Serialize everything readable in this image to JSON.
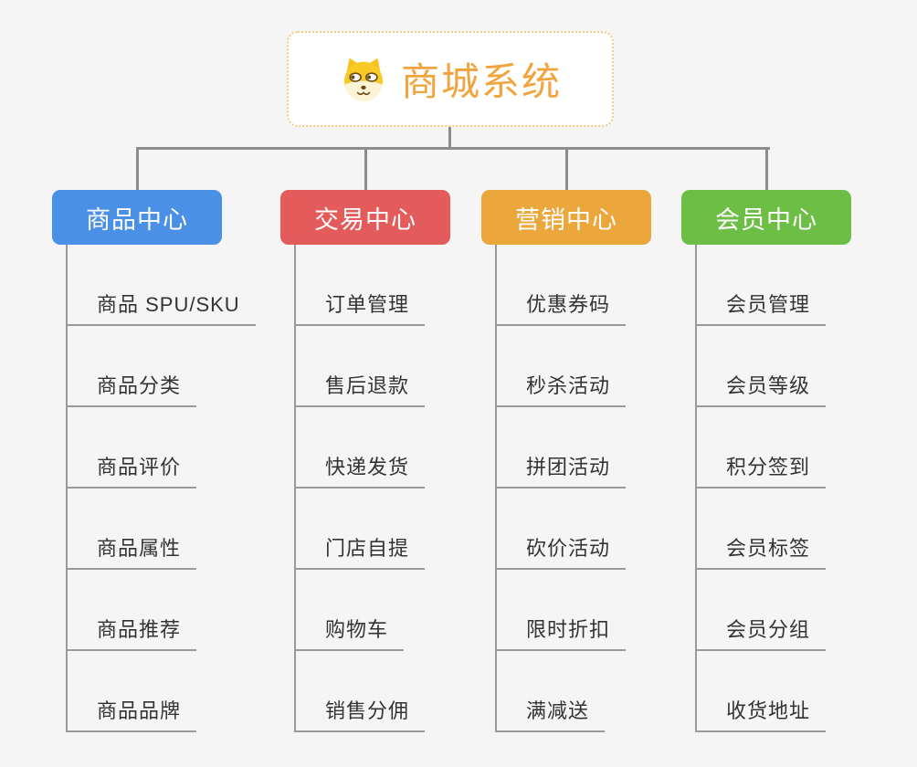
{
  "root": {
    "label": "商城系统",
    "accent_color": "#f2a43e",
    "border_color": "#f6c87d",
    "icon": "doge-mascot-icon"
  },
  "connector_color": "#8c8c8c",
  "leaf_line_color": "#9a9a9a",
  "branches": [
    {
      "label": "商品中心",
      "color": "#4a90e6",
      "children": [
        "商品 SPU/SKU",
        "商品分类",
        "商品评价",
        "商品属性",
        "商品推荐",
        "商品品牌"
      ]
    },
    {
      "label": "交易中心",
      "color": "#e45b5b",
      "children": [
        "订单管理",
        "售后退款",
        "快递发货",
        "门店自提",
        "购物车",
        "销售分佣"
      ]
    },
    {
      "label": "营销中心",
      "color": "#eba63c",
      "children": [
        "优惠券码",
        "秒杀活动",
        "拼团活动",
        "砍价活动",
        "限时折扣",
        "满减送"
      ]
    },
    {
      "label": "会员中心",
      "color": "#6cbe45",
      "children": [
        "会员管理",
        "会员等级",
        "积分签到",
        "会员标签",
        "会员分组",
        "收货地址"
      ]
    }
  ]
}
